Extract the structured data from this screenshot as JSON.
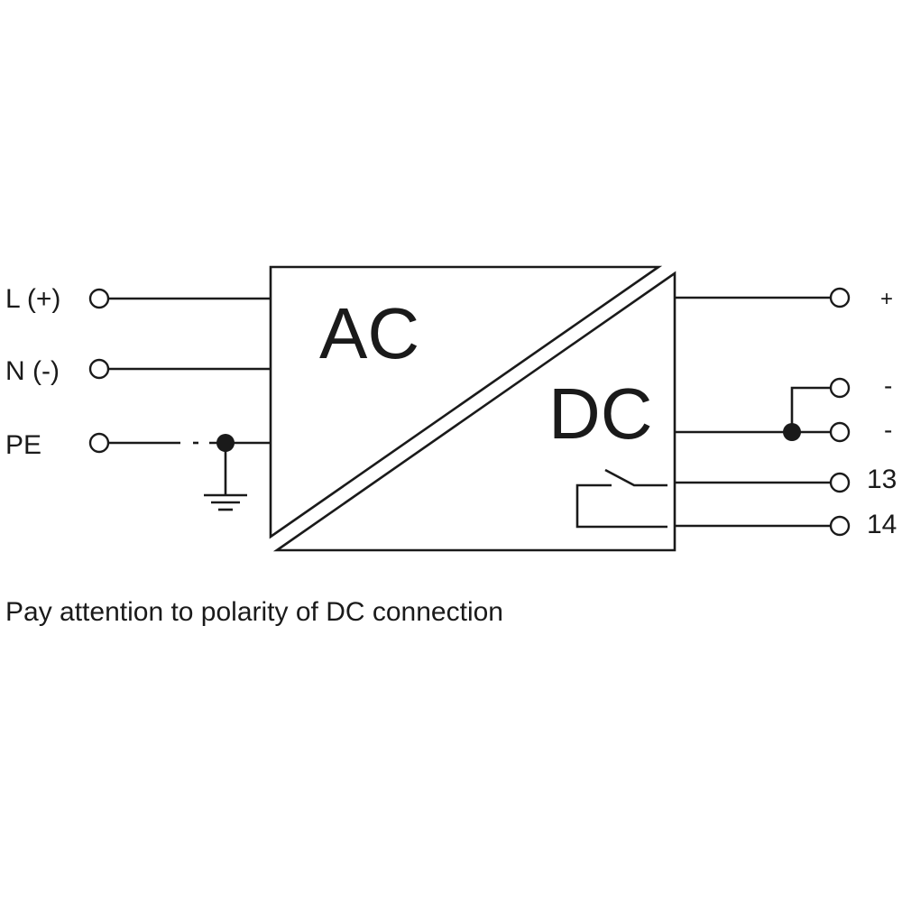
{
  "inputs": {
    "l_label": "L (+)",
    "n_label": "N (-)",
    "pe_label": "PE"
  },
  "converter": {
    "ac_label": "AC",
    "dc_label": "DC"
  },
  "outputs": {
    "plus_label": "+",
    "minus1_label": "-",
    "minus2_label": "-",
    "relay13_label": "13",
    "relay14_label": "14"
  },
  "note": "Pay attention to polarity of DC connection"
}
